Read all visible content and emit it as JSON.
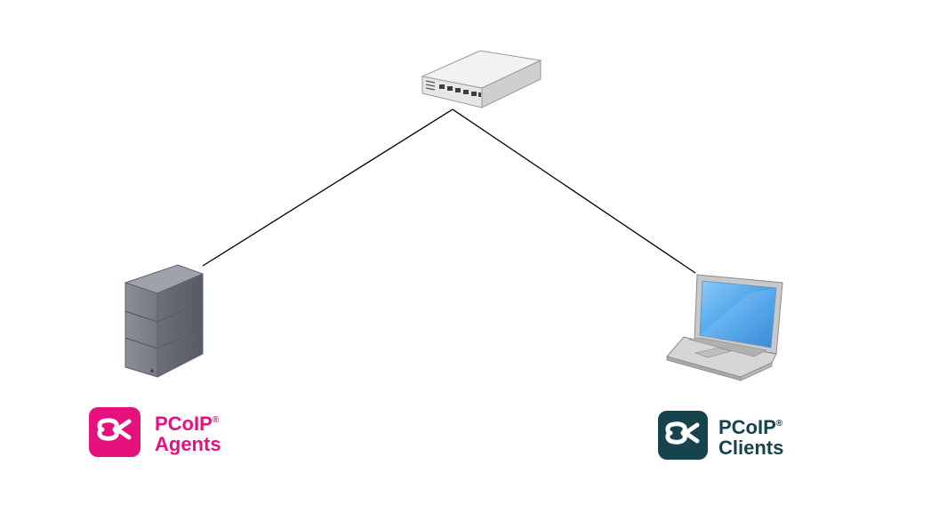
{
  "nodes": {
    "switch": {
      "icon": "network-switch-icon"
    },
    "server": {
      "icon": "server-tower-icon"
    },
    "laptop": {
      "icon": "laptop-icon"
    }
  },
  "agents_logo": {
    "icon": "pcoip-logo-icon",
    "line1": "PCoIP",
    "mark": "®",
    "line2": "Agents",
    "color": "#E6117C"
  },
  "clients_logo": {
    "icon": "pcoip-logo-icon",
    "line1": "PCoIP",
    "mark": "®",
    "line2": "Clients",
    "color": "#17434C"
  },
  "connections": [
    {
      "from": "switch",
      "to": "server"
    },
    {
      "from": "switch",
      "to": "laptop"
    }
  ],
  "colors": {
    "link": "#000000",
    "switch_body": "#E8E8E8",
    "server_body": "#7B8089",
    "laptop_screen": "#3E9BE8"
  }
}
